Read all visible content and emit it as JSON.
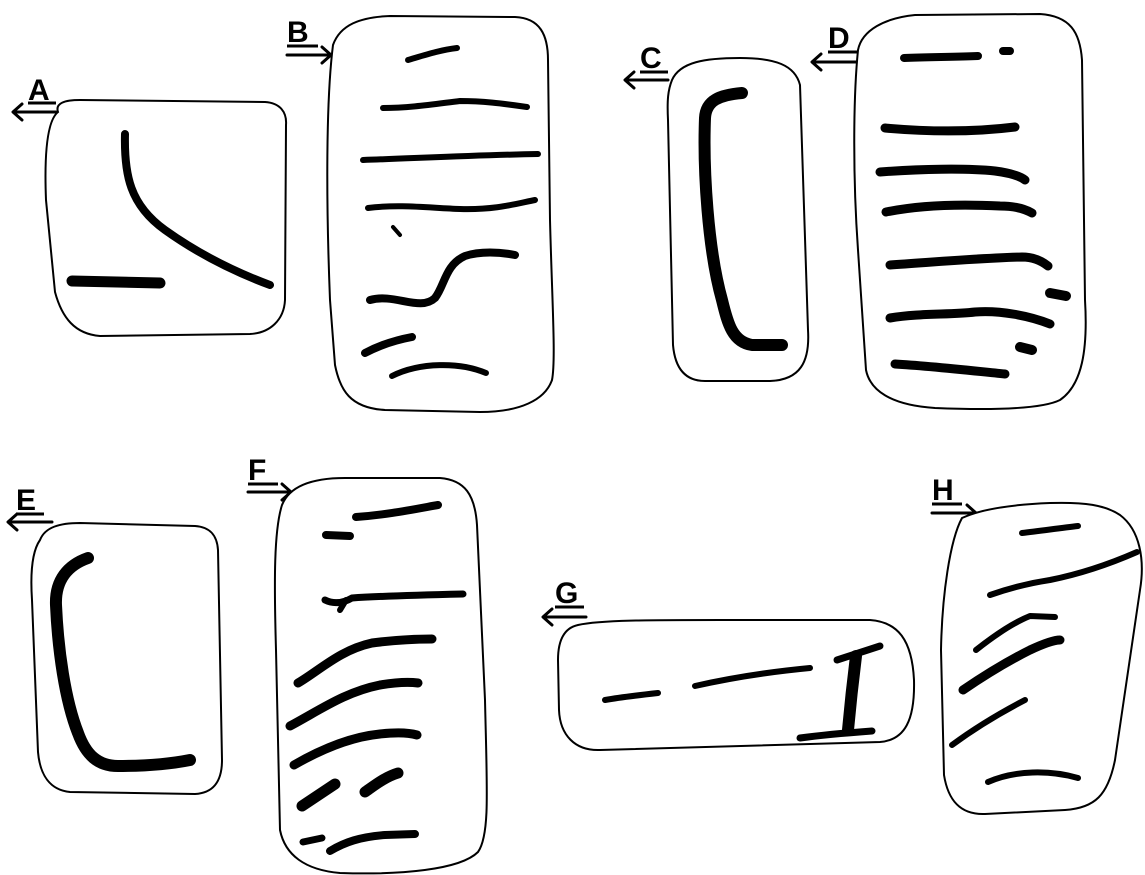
{
  "figures": [
    {
      "label": "A",
      "arrow": "left"
    },
    {
      "label": "B",
      "arrow": "right"
    },
    {
      "label": "C",
      "arrow": "left"
    },
    {
      "label": "D",
      "arrow": "left"
    },
    {
      "label": "E",
      "arrow": "left"
    },
    {
      "label": "F",
      "arrow": "right"
    },
    {
      "label": "G",
      "arrow": "left"
    },
    {
      "label": "H",
      "arrow": "right"
    }
  ]
}
